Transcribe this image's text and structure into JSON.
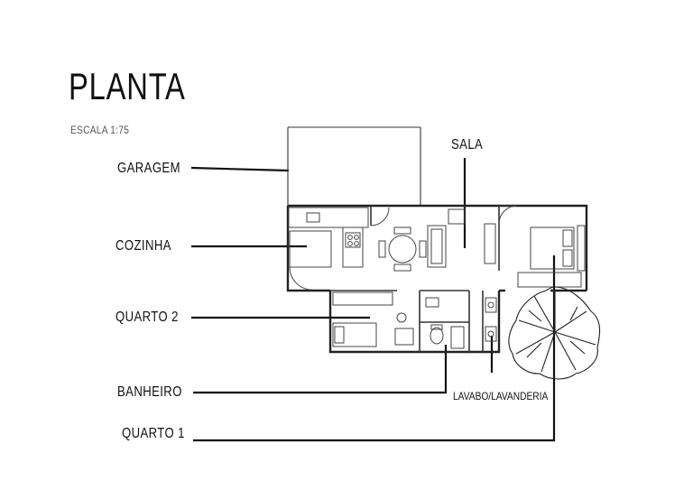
{
  "title": "PLANTA",
  "scale_text": "ESCALA 1:75",
  "labels": {
    "garagem": "GARAGEM",
    "cozinha": "COZINHA",
    "quarto2": "QUARTO 2",
    "banheiro": "BANHEIRO",
    "quarto1": "QUARTO 1",
    "sala": "SALA",
    "lavabo": "LAVABO/LAVANDERIA"
  },
  "colors": {
    "ink": "#111111",
    "line": "#222222",
    "paper": "#ffffff"
  }
}
